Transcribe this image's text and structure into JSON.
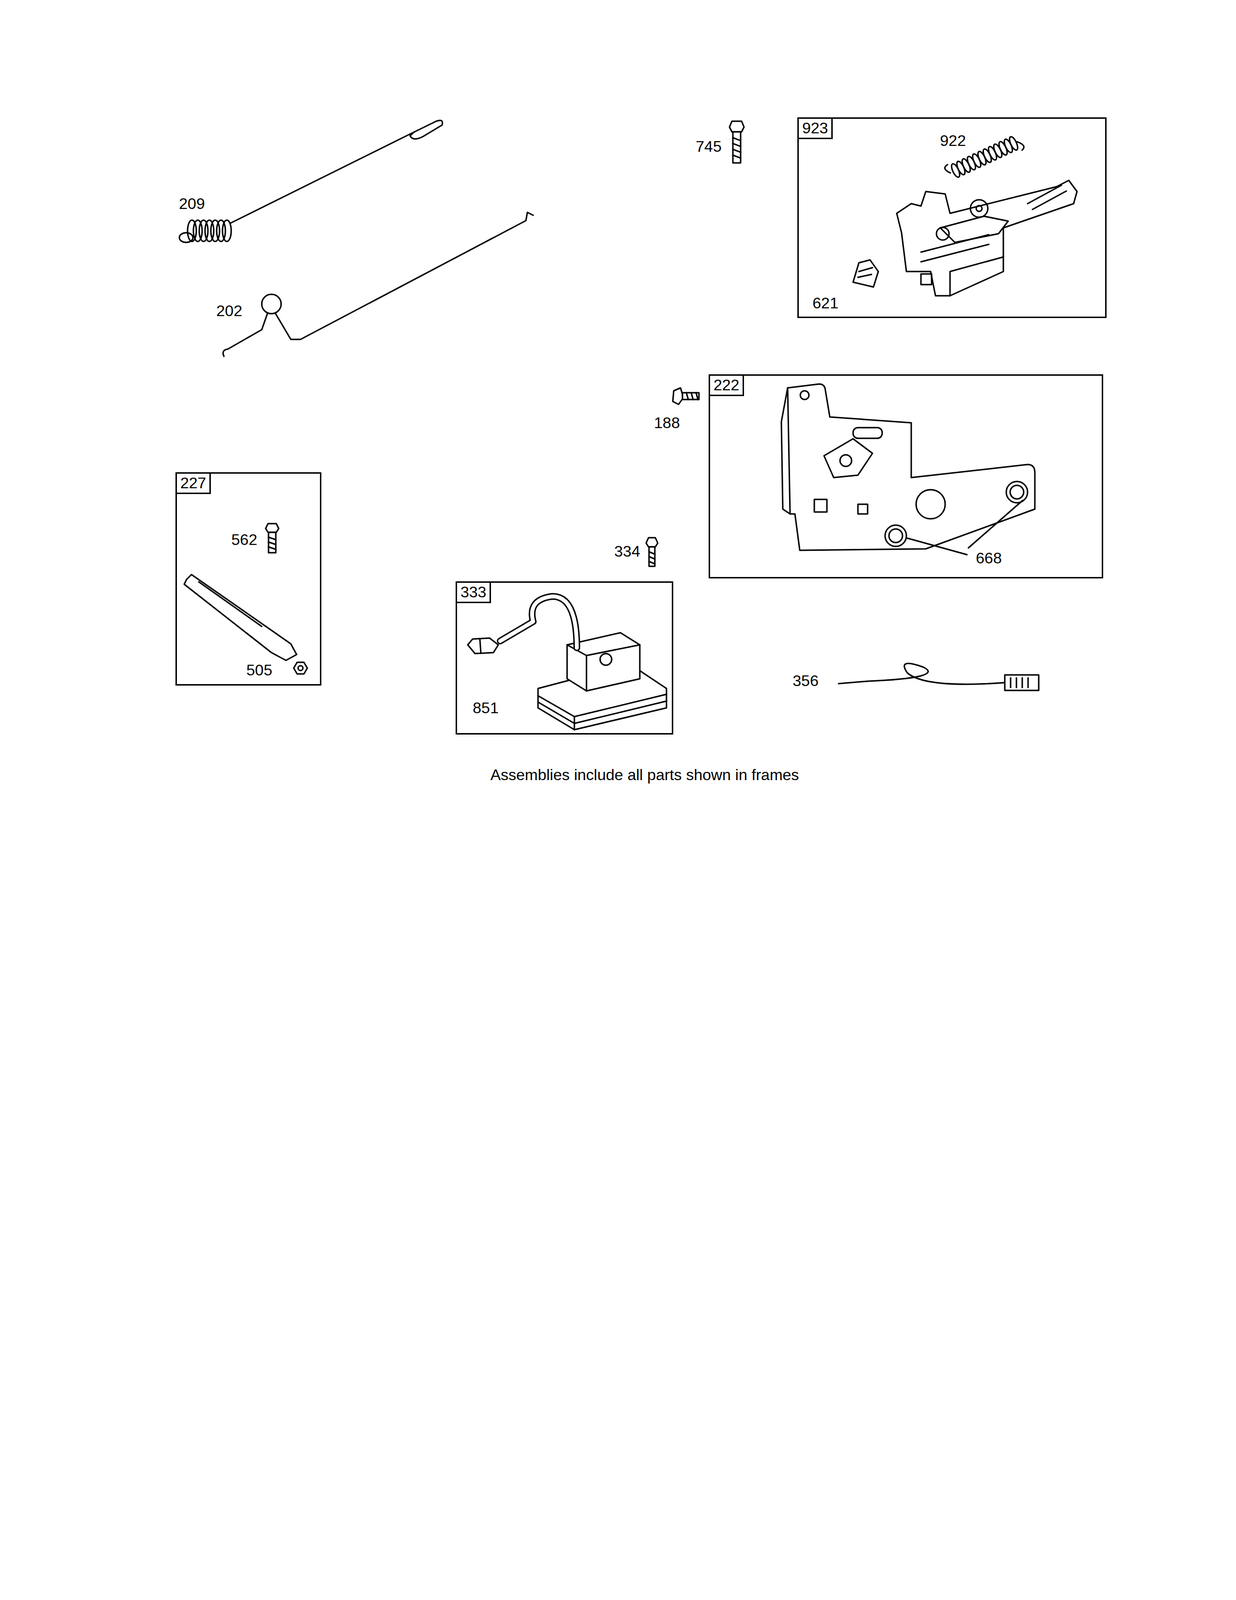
{
  "diagram": {
    "caption": "Assemblies include all parts shown in frames",
    "nodes": [
      {
        "text": [
          "923",
          "922",
          "621"
        ]
      },
      {
        "text": [
          "222",
          "668"
        ]
      },
      {
        "text": [
          "227",
          "562",
          "505"
        ]
      },
      {
        "text": [
          "333",
          "851"
        ]
      }
    ],
    "labels": [
      "209",
      "202",
      "745",
      "188",
      "334",
      "356"
    ]
  }
}
